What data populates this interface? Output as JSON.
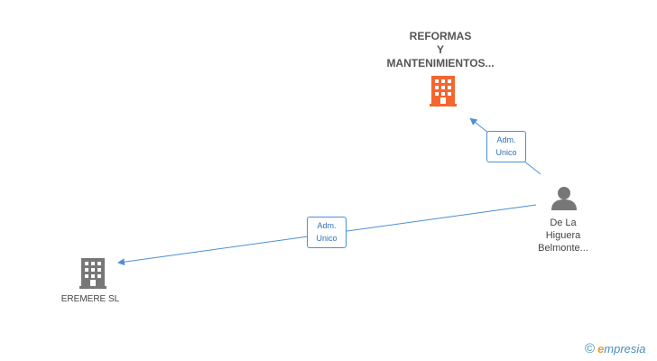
{
  "nodes": {
    "company_main": {
      "name_lines": [
        "REFORMAS",
        "Y",
        "MANTENIMIENTOS..."
      ],
      "icon": "building-icon",
      "color": "#f4662f"
    },
    "company_secondary": {
      "name": "EREMERE SL",
      "icon": "building-icon",
      "color": "#777777"
    },
    "person": {
      "name_lines": [
        "De La",
        "Higuera",
        "Belmonte..."
      ],
      "icon": "person-icon",
      "color": "#777777"
    }
  },
  "edges": [
    {
      "role_lines": [
        "Adm.",
        "Unico"
      ],
      "from": "person",
      "to": "company_main"
    },
    {
      "role_lines": [
        "Adm.",
        "Unico"
      ],
      "from": "person",
      "to": "company_secondary"
    }
  ],
  "edge_color": "#4a8fd8",
  "watermark": {
    "copyright_symbol": "©",
    "brand_first": "e",
    "brand_rest": "mpresia"
  }
}
